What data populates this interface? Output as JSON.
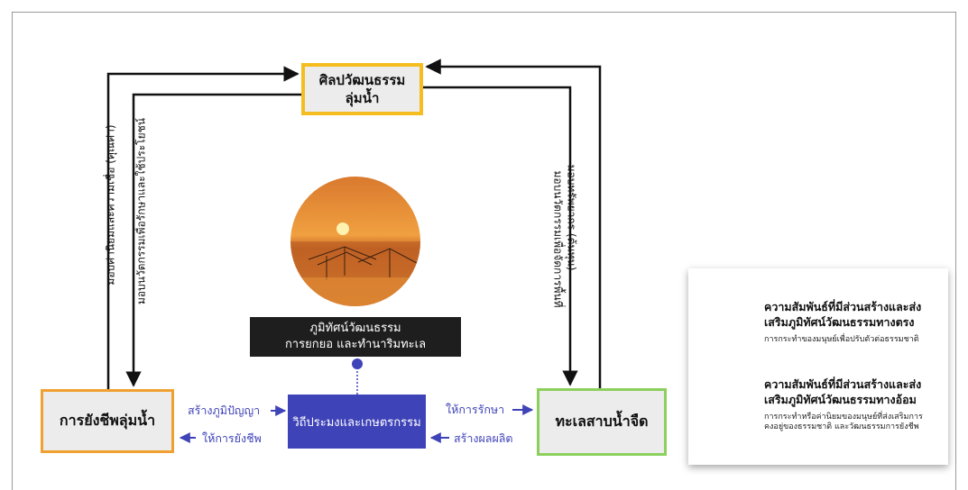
{
  "nodes": {
    "top_line1": "ศิลปวัฒนธรรม",
    "top_line2": "ลุ่มน้ำ",
    "left": "การยังชีพลุ่มน้ำ",
    "right": "ทะเลสาบน้ำจืด",
    "center": "วิถีประมงและเกษตรกรรม"
  },
  "caption": {
    "line1": "ภูมิทัศน์วัฒนธรรม",
    "line2": "การยกยอ และทำนาริมทะเล"
  },
  "edge_labels": {
    "left_to_center": "สร้างภูมิปัญญา",
    "center_to_left": "ให้การยังชีพ",
    "center_to_right": "ให้การรักษา",
    "right_to_center": "สร้างผลผลิต",
    "left_outer": "มอบค่านิยมและความเชื่อ (คุณค่า)",
    "left_inner": "มอบนวัตกรรมเพื่อรักษาและใช้ประโยชน์",
    "right_inner": "มอบนวัตกรรมเพื่อจัดการพื้นที่",
    "right_outer": "มอบทรัพยากร (ต้นทุน)"
  },
  "legend": {
    "direct_title_1": "ความสัมพันธ์ที่มีส่วนสร้างและส่ง",
    "direct_title_2": "เสริมภูมิทัศน์วัฒนธรรมทางตรง",
    "direct_sub": "การกระทำของมนุษย์เพื่อปรับตัวต่อธรรมชาติ",
    "indirect_title_1": "ความสัมพันธ์ที่มีส่วนสร้างและส่ง",
    "indirect_title_2": "เสริมภูมิทัศน์วัฒนธรรมทางอ้อม",
    "indirect_sub_1": "การกระทำหรือค่านิยมของมนุษย์ที่ส่งเสริมการ",
    "indirect_sub_2": "คงอยู่ของธรรมชาติ และวัฒนธรรมการยังชีพ"
  },
  "colors": {
    "direct": "#3f43b8",
    "indirect": "#111111",
    "top_border": "#f5bd1f",
    "left_border": "#f0a030",
    "right_border": "#8bd05c"
  }
}
